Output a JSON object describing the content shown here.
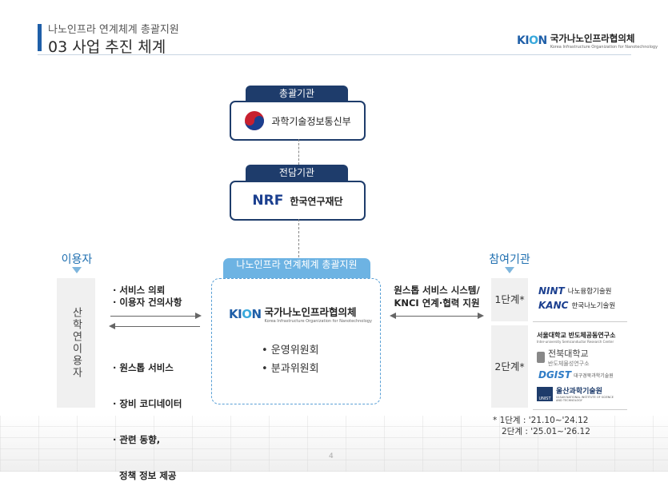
{
  "header": {
    "subtitle": "나노인프라 연계체계 총괄지원",
    "title": "03 사업 추진 체계"
  },
  "logo": {
    "kion_k": "KI",
    "kion_o": "O",
    "kion_n": "N",
    "kr_name": "국가나노인프라협의체",
    "en_name": "Korea Infrastructure Organization for Nanotechnology"
  },
  "top": {
    "supervisor_label": "총괄기관",
    "supervisor_name": "과학기술정보통신부",
    "agency_label": "전담기관",
    "agency_logo": "NRF",
    "agency_name": "한국연구재단"
  },
  "users": {
    "title": "이용자",
    "box_text": "산학연이용자",
    "requests": [
      "· 서비스 의뢰",
      "· 이용자 건의사항"
    ],
    "services": [
      "· 원스톱 서비스",
      "· 장비 코디네이터",
      "· 관련 동향,",
      "  정책 정보 제공"
    ]
  },
  "center": {
    "tag": "나노인프라 연계체계 총괄지원",
    "items": [
      "• 운영위원회",
      "• 분과위원회"
    ]
  },
  "support_text": [
    "원스톱 서비스 시스템/",
    "KNCI 연계·협력 지원"
  ],
  "participants": {
    "title": "참여기관",
    "stage1": "1단계*",
    "stage2": "2단계*",
    "stage1_orgs": [
      {
        "logo": "NINT",
        "name": "나노융합기술원"
      },
      {
        "logo": "KANC",
        "name": "한국나노기술원"
      }
    ],
    "stage2_orgs": [
      {
        "name": "서울대학교 반도체공동연구소",
        "sub": "Inter-university Semiconductor Research Center"
      },
      {
        "name": "전북대학교",
        "sub": "반도체물성연구소"
      },
      {
        "logo": "DGIST",
        "name": "대구경북과학기술원"
      },
      {
        "logo": "UNIST",
        "name": "울산과학기술원",
        "sub": "ULSAN NATIONAL INSTITUTE OF SCIENCE AND TECHNOLOGY"
      }
    ],
    "note": [
      "* 1단계 : '21.10~'24.12",
      "2단계 : '25.01~'26.12"
    ]
  },
  "page_number": "4",
  "colors": {
    "navy": "#1e3c6b",
    "accent_blue": "#1f6fb0",
    "light_blue": "#6db3e3"
  }
}
